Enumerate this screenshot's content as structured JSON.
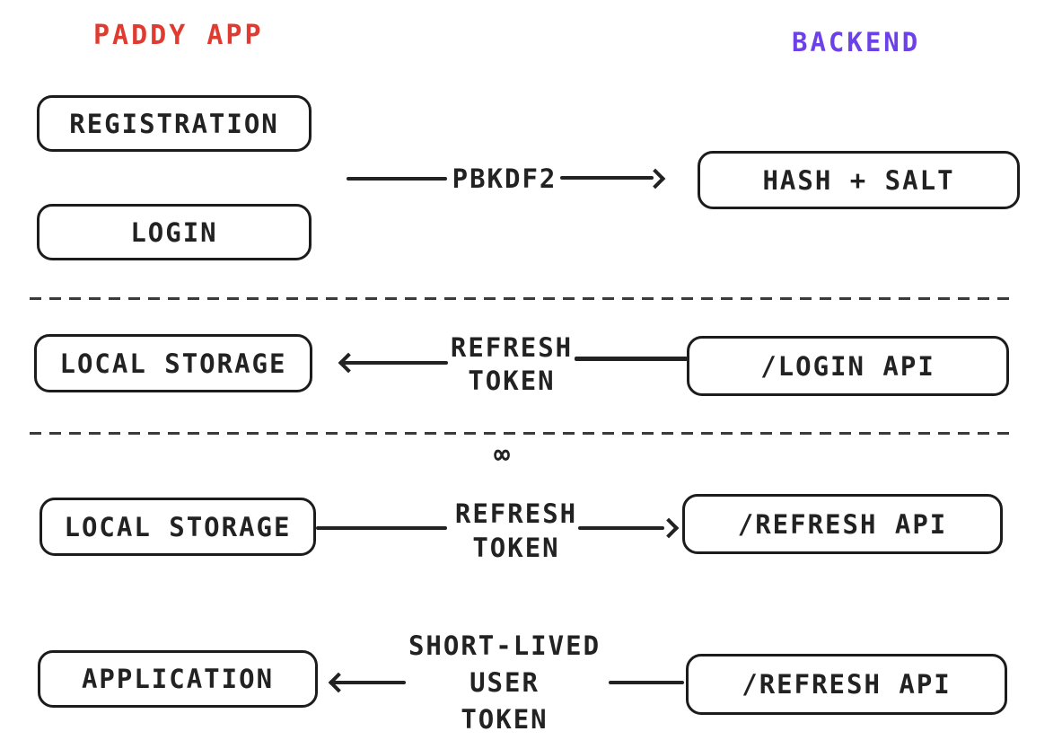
{
  "diagram": {
    "title_area": {
      "left_title": "PADDY APP",
      "right_title": "BACKEND"
    },
    "colors": {
      "left_title": "#e03b30",
      "right_title": "#6c42e8",
      "ink": "#1e1e1e"
    },
    "boxes": {
      "registration": "REGISTRATION",
      "login": "LOGIN",
      "hash_salt": "HASH + SALT",
      "local_storage_1": "LOCAL STORAGE",
      "login_api": "/LOGIN API",
      "local_storage_2": "LOCAL STORAGE",
      "refresh_api_1": "/REFRESH API",
      "application": "APPLICATION",
      "refresh_api_2": "/REFRESH API"
    },
    "arrows": {
      "pbkdf2": {
        "label": "PBKDF2",
        "direction": "right",
        "from": "REGISTRATION / LOGIN",
        "to": "HASH + SALT"
      },
      "login_refresh": {
        "label": "REFRESH\nTOKEN",
        "direction": "left",
        "from": "/LOGIN API",
        "to": "LOCAL STORAGE"
      },
      "refresh_refresh": {
        "label": "REFRESH\nTOKEN",
        "direction": "right",
        "from": "LOCAL STORAGE",
        "to": "/REFRESH API"
      },
      "short_lived": {
        "label": "SHORT-LIVED\nUSER\nTOKEN",
        "direction": "left",
        "from": "/REFRESH API",
        "to": "APPLICATION"
      }
    },
    "symbols": {
      "infinity": "∞"
    }
  }
}
